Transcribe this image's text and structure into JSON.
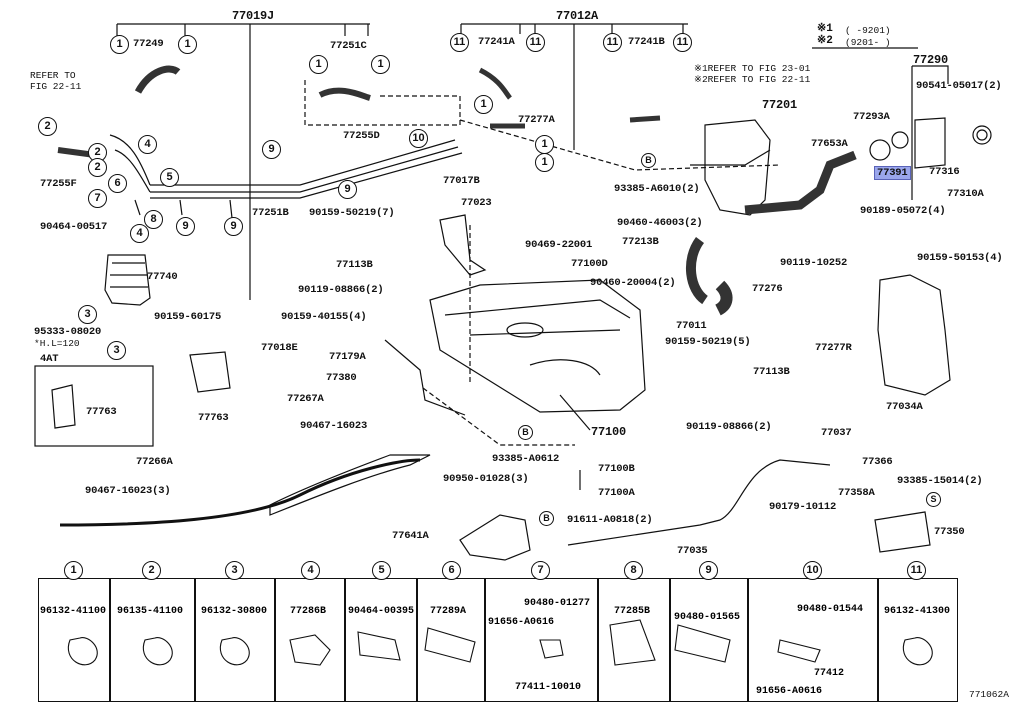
{
  "diagram_code": "771062A",
  "callouts": {
    "c77019J": "77019J",
    "c77012A": "77012A",
    "c77249": "77249",
    "c77251C": "77251C",
    "c77241A": "77241A",
    "c77241B": "77241B",
    "c77290": "77290",
    "c90541": "90541-05017(2)",
    "c77201": "77201",
    "c77293A": "77293A",
    "c77653A": "77653A",
    "c77391": "77391",
    "c77316": "77316",
    "c77310A": "77310A",
    "c90189": "90189-05072(4)",
    "c90159_50153": "90159-50153(4)",
    "c77277A": "77277A",
    "c77255D": "77255D",
    "c77255F": "77255F",
    "c93385_A6010": "93385-A6010(2)",
    "c77017B": "77017B",
    "c77023": "77023",
    "c90159_50219_7": "90159-50219(7)",
    "c77251B": "77251B",
    "c90464_00517": "90464-00517",
    "c90460_46003": "90460-46003(2)",
    "c77213B": "77213B",
    "c90119_10252": "90119-10252",
    "c77740": "77740",
    "c77113B_a": "77113B",
    "c90469": "90469-22001",
    "c77100D": "77100D",
    "c90460_20004": "90460-20004(2)",
    "c77276": "77276",
    "c90119_08866_2a": "90119-08866(2)",
    "c90159_40155": "90159-40155(4)",
    "c77011": "77011",
    "c77277R": "77277R",
    "c95333": "95333-08020",
    "c_hl": "*H.L=120",
    "c90159_60175": "90159-60175",
    "c4AT": "4AT",
    "c77763a": "77763",
    "c77763b": "77763",
    "c77018E": "77018E",
    "c77179A": "77179A",
    "c77380": "77380",
    "c90159_50219_5": "90159-50219(5)",
    "c77113B_b": "77113B",
    "c77034A": "77034A",
    "c77267A": "77267A",
    "c90467_16023": "90467-16023",
    "c77100": "77100",
    "c90119_08866_2b": "90119-08866(2)",
    "c93385_A0612": "93385-A0612",
    "c77037": "77037",
    "c77266A": "77266A",
    "c90467_16023_3": "90467-16023(3)",
    "c77100B": "77100B",
    "c90950": "90950-01028(3)",
    "c77100A": "77100A",
    "c77366": "77366",
    "c93385_15014": "93385-15014(2)",
    "c77358A": "77358A",
    "c90179": "90179-10112",
    "c91611": "91611-A0818(2)",
    "c77641A": "77641A",
    "c77350": "77350",
    "c77035": "77035"
  },
  "notes": {
    "refer_top": "REFER TO",
    "refer_fig": "FIG 22-11",
    "star1_line": "※1REFER TO FIG 23-01",
    "star2_line": "※2REFER TO FIG 22-11",
    "key1_label": "※1",
    "key1_range": "(     -9201)",
    "key2_label": "※2",
    "key2_range": "(9201-     )"
  },
  "circle_marks": {
    "m1": "1",
    "m2": "2",
    "m3": "3",
    "m4": "4",
    "m5": "5",
    "m6": "6",
    "m7": "7",
    "m8": "8",
    "m9": "9",
    "m10": "10",
    "m11": "11",
    "mB": "B",
    "mS": "S"
  },
  "legend": [
    {
      "num": "1",
      "parts": [
        "96132-41100"
      ]
    },
    {
      "num": "2",
      "parts": [
        "96135-41100"
      ]
    },
    {
      "num": "3",
      "parts": [
        "96132-30800"
      ]
    },
    {
      "num": "4",
      "parts": [
        "77286B"
      ]
    },
    {
      "num": "5",
      "parts": [
        "90464-00395"
      ]
    },
    {
      "num": "6",
      "parts": [
        "77289A"
      ]
    },
    {
      "num": "7",
      "parts": [
        "90480-01277",
        "91656-A0616",
        "77411-10010"
      ]
    },
    {
      "num": "8",
      "parts": [
        "77285B"
      ]
    },
    {
      "num": "9",
      "parts": [
        "90480-01565"
      ]
    },
    {
      "num": "10",
      "parts": [
        "90480-01544",
        "77412",
        "91656-A0616"
      ]
    },
    {
      "num": "11",
      "parts": [
        "96132-41300"
      ]
    }
  ]
}
